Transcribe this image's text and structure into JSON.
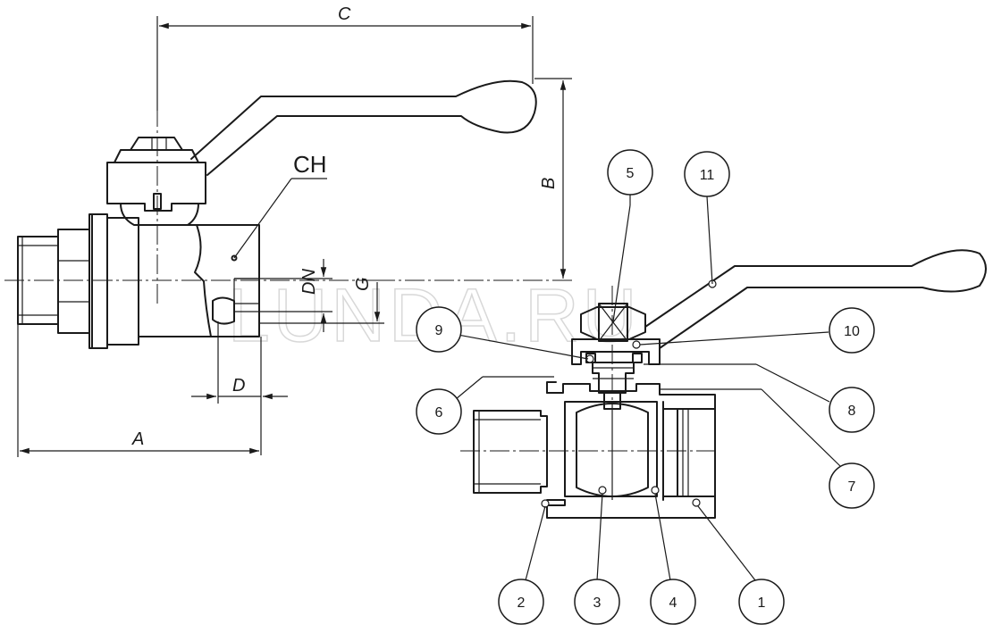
{
  "watermark": "LUNDA.RU",
  "ch_label": "CH",
  "dimensions": {
    "c": "C",
    "b": "B",
    "dn": "DN",
    "g": "G",
    "d": "D",
    "a": "A"
  },
  "callouts": {
    "p1": "1",
    "p2": "2",
    "p3": "3",
    "p4": "4",
    "p5": "5",
    "p6": "6",
    "p7": "7",
    "p8": "8",
    "p9": "9",
    "p10": "10",
    "p11": "11"
  }
}
